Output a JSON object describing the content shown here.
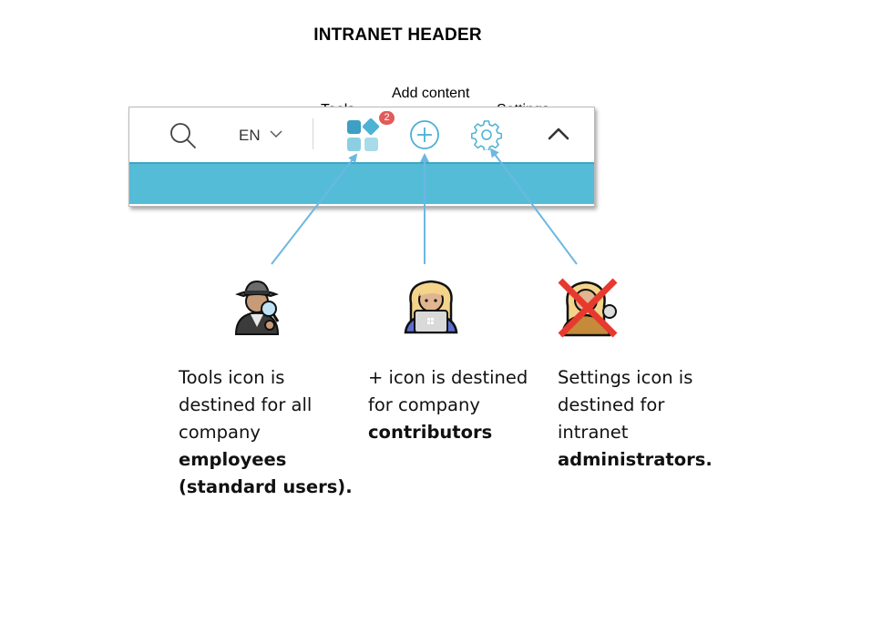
{
  "title": "INTRANET HEADER",
  "callouts": {
    "tools": "Tools",
    "add_content": "Add content",
    "settings": "Settings"
  },
  "header": {
    "language": "EN",
    "tools_badge": "2",
    "icons": [
      "search-icon",
      "chevron-down-icon",
      "tools-grid-icon",
      "plus-circle-icon",
      "gear-icon",
      "chevron-up-icon"
    ],
    "band_color": "#55bcd8",
    "accent_color": "#4ab1d3",
    "badge_color": "#e05b5b"
  },
  "personas": [
    "detective-emoji",
    "person-with-laptop-emoji",
    "crossed-out-person-emoji"
  ],
  "descriptions": {
    "tools": {
      "line1": "Tools icon is",
      "line2": "destined for all",
      "line3": "company",
      "bold1": "employees",
      "bold2": "(standard users)."
    },
    "add": {
      "line1": "+ icon is destined",
      "line2": "for company",
      "bold1": "contributors"
    },
    "settings": {
      "line1": "Settings icon is",
      "line2": "destined for",
      "line3": "intranet",
      "bold1": "administrators."
    }
  }
}
